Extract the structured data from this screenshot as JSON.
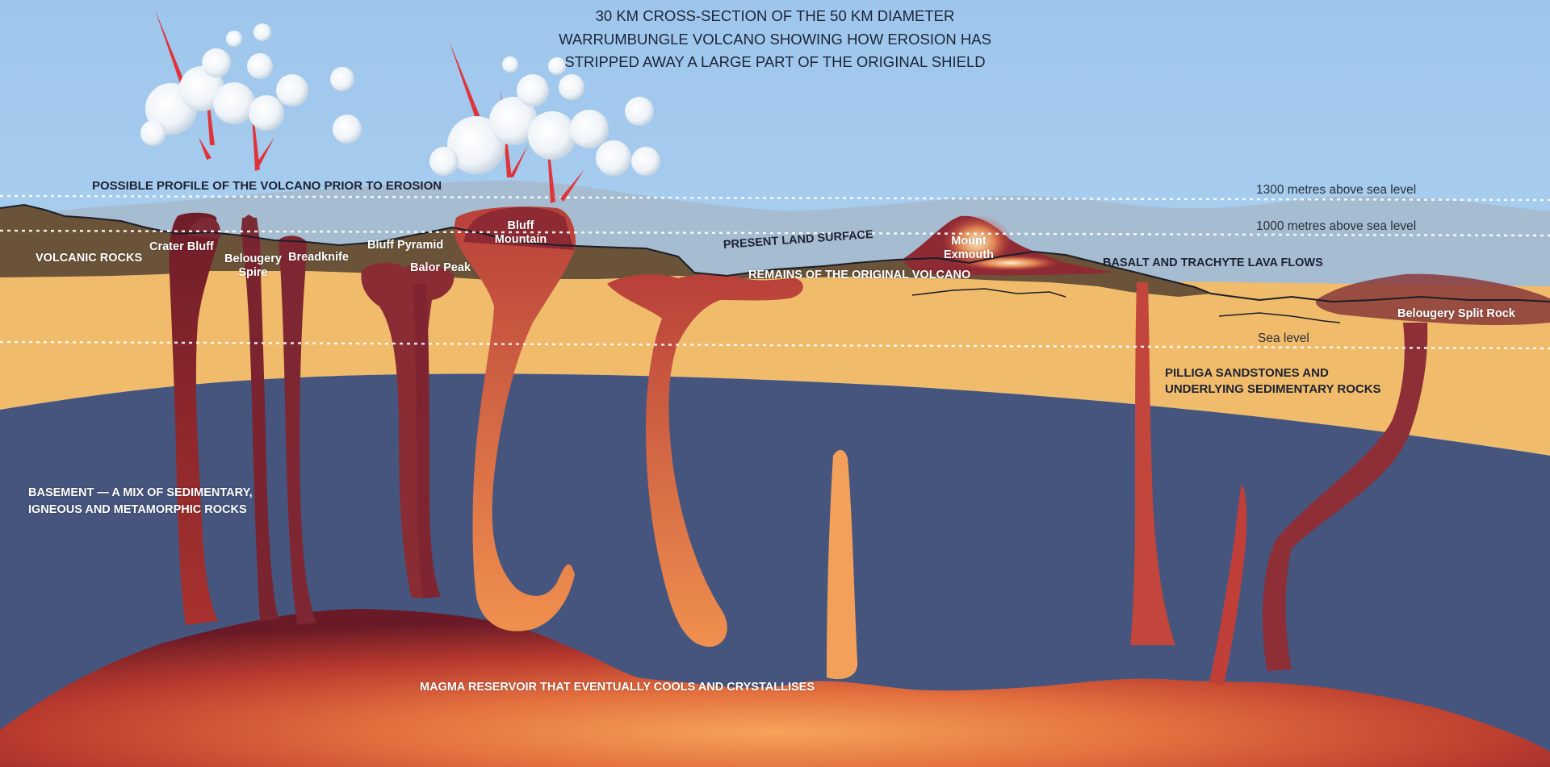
{
  "title_lines": [
    "30 KM CROSS-SECTION OF THE 50 KM DIAMETER",
    "WARRUMBUNGLE VOLCANO SHOWING HOW EROSION HAS",
    "STRIPPED AWAY A LARGE PART OF THE ORIGINAL SHIELD"
  ],
  "labels": {
    "possible_profile": "POSSIBLE PROFILE OF THE VOLCANO PRIOR TO EROSION",
    "volcanic_rocks": "VOLCANIC ROCKS",
    "crater_bluff": "Crater Bluff",
    "belougery_spire_1": "Belougery",
    "belougery_spire_2": "Spire",
    "breadknife": "Breadknife",
    "bluff_pyramid": "Bluff Pyramid",
    "balor_peak": "Balor Peak",
    "bluff_mountain_1": "Bluff",
    "bluff_mountain_2": "Mountain",
    "present_land_surface": "PRESENT LAND SURFACE",
    "remains": "REMAINS OF THE ORIGINAL VOLCANO",
    "mount_exmouth_1": "Mount",
    "mount_exmouth_2": "Exmouth",
    "basalt": "BASALT AND TRACHYTE LAVA FLOWS",
    "belougery_split_rock": "Belougery Split Rock",
    "level_1300": "1300 metres above sea level",
    "level_1000": "1000 metres above sea level",
    "sea_level": "Sea level",
    "pilliga_1": "PILLIGA SANDSTONES AND",
    "pilliga_2": "UNDERLYING SEDIMENTARY ROCKS",
    "basement_1": "BASEMENT — A MIX OF SEDIMENTARY,",
    "basement_2": "IGNEOUS AND METAMORPHIC ROCKS",
    "magma": "MAGMA RESERVOIR THAT EVENTUALLY COOLS AND CRYSTALLISES"
  },
  "colors": {
    "sky_top": "#9ec6ec",
    "sky_bottom": "#bcdcf3",
    "ghost_profile": "#a3b7ca",
    "volcanic_rock": "#6a5338",
    "sandstone": "#f0bc6c",
    "basement": "#46557e",
    "magma_dark": "#6a1a26",
    "magma_mid": "#b83a2e",
    "magma_hot": "#f29b55",
    "plug": "#8e2b33",
    "lava_streak": "#e0343a",
    "steam": "#ffffff"
  }
}
